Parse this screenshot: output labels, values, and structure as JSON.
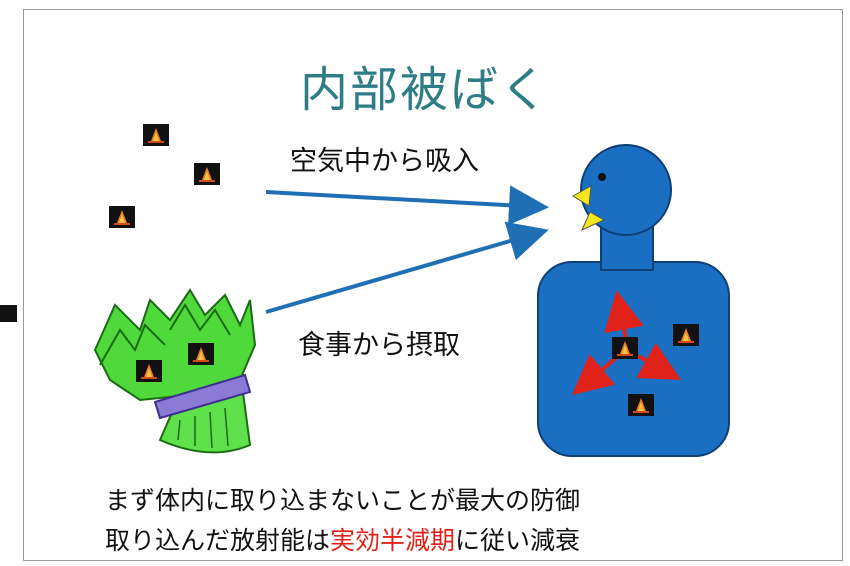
{
  "title": "内部被ばく",
  "labels": {
    "inhalation": "空気中から吸入",
    "ingestion": "食事から摂取"
  },
  "bottom": {
    "line1": "まず体内に取り込まないことが最大の防御",
    "line2_prefix": "取り込んだ放射能は",
    "line2_highlight": "実効半減期",
    "line2_suffix": "に従い減衰"
  },
  "icons": [
    "radioactive-particle-icon",
    "vegetable-bundle-icon",
    "person-figure-icon",
    "arrow-icon"
  ],
  "colors": {
    "title": "#2e7d86",
    "arrow": "#1f6fb5",
    "body": "#1a6fc2",
    "beak": "#f4e81c",
    "vegetable": "#4fd93a",
    "band": "#8c7bd6",
    "radiation_arrow": "#e0221b",
    "highlight": "#e0221b"
  }
}
